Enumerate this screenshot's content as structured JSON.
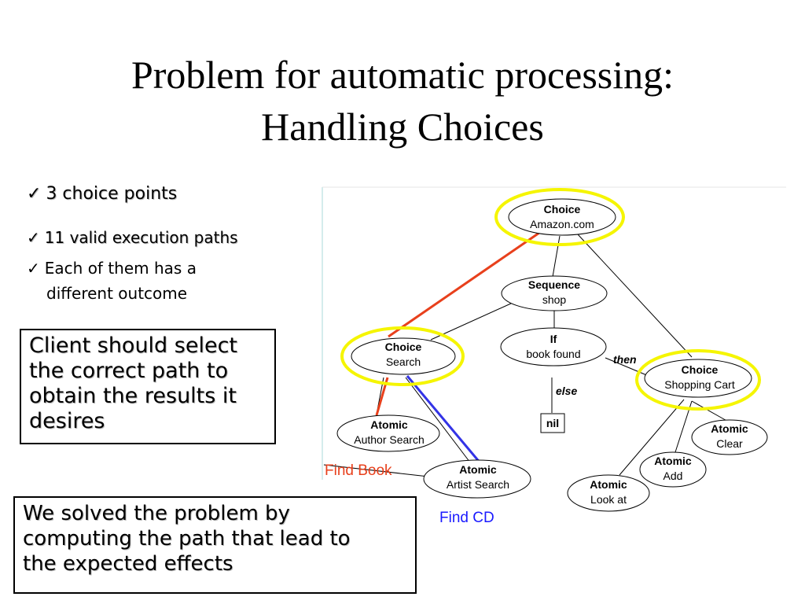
{
  "title": {
    "line1": "Problem for automatic processing:",
    "line2": "Handling Choices"
  },
  "bullets": {
    "item1": "3 choice points",
    "item2": "11 valid execution paths",
    "item3_line1": "Each of them has a",
    "item3_line2": "different outcome"
  },
  "check_glyph": "✓",
  "box_client": {
    "lines": [
      "Client should select",
      "the correct path to",
      "obtain the results it",
      "desires"
    ]
  },
  "box_solved": {
    "lines": [
      "We solved the problem by",
      "computing the path that lead to",
      "the expected effects"
    ]
  },
  "diagram": {
    "nodes": {
      "choice_amazon": {
        "type": "Choice",
        "label": "Amazon.com"
      },
      "sequence_shop": {
        "type": "Sequence",
        "label": "shop"
      },
      "choice_search": {
        "type": "Choice",
        "label": "Search"
      },
      "if_book": {
        "type": "If",
        "label": "book found"
      },
      "choice_cart": {
        "type": "Choice",
        "label": "Shopping Cart"
      },
      "atomic_author": {
        "type": "Atomic",
        "label": "Author Search"
      },
      "atomic_artist": {
        "type": "Atomic",
        "label": "Artist Search"
      },
      "nil": {
        "label": "nil"
      },
      "atomic_clear": {
        "type": "Atomic",
        "label": "Clear"
      },
      "atomic_add": {
        "type": "Atomic",
        "label": "Add"
      },
      "atomic_look": {
        "type": "Atomic",
        "label": "Look at"
      }
    },
    "edge_labels": {
      "then": "then",
      "else": "else"
    },
    "annotations": {
      "find_book": "Find Book",
      "find_cd": "Find CD"
    }
  },
  "colors": {
    "highlight": "#f5f500",
    "book_path": "#e8401c",
    "cd_path": "#3333e6",
    "find_cd_text": "#1a1aff",
    "find_book_text": "#e8401c"
  }
}
